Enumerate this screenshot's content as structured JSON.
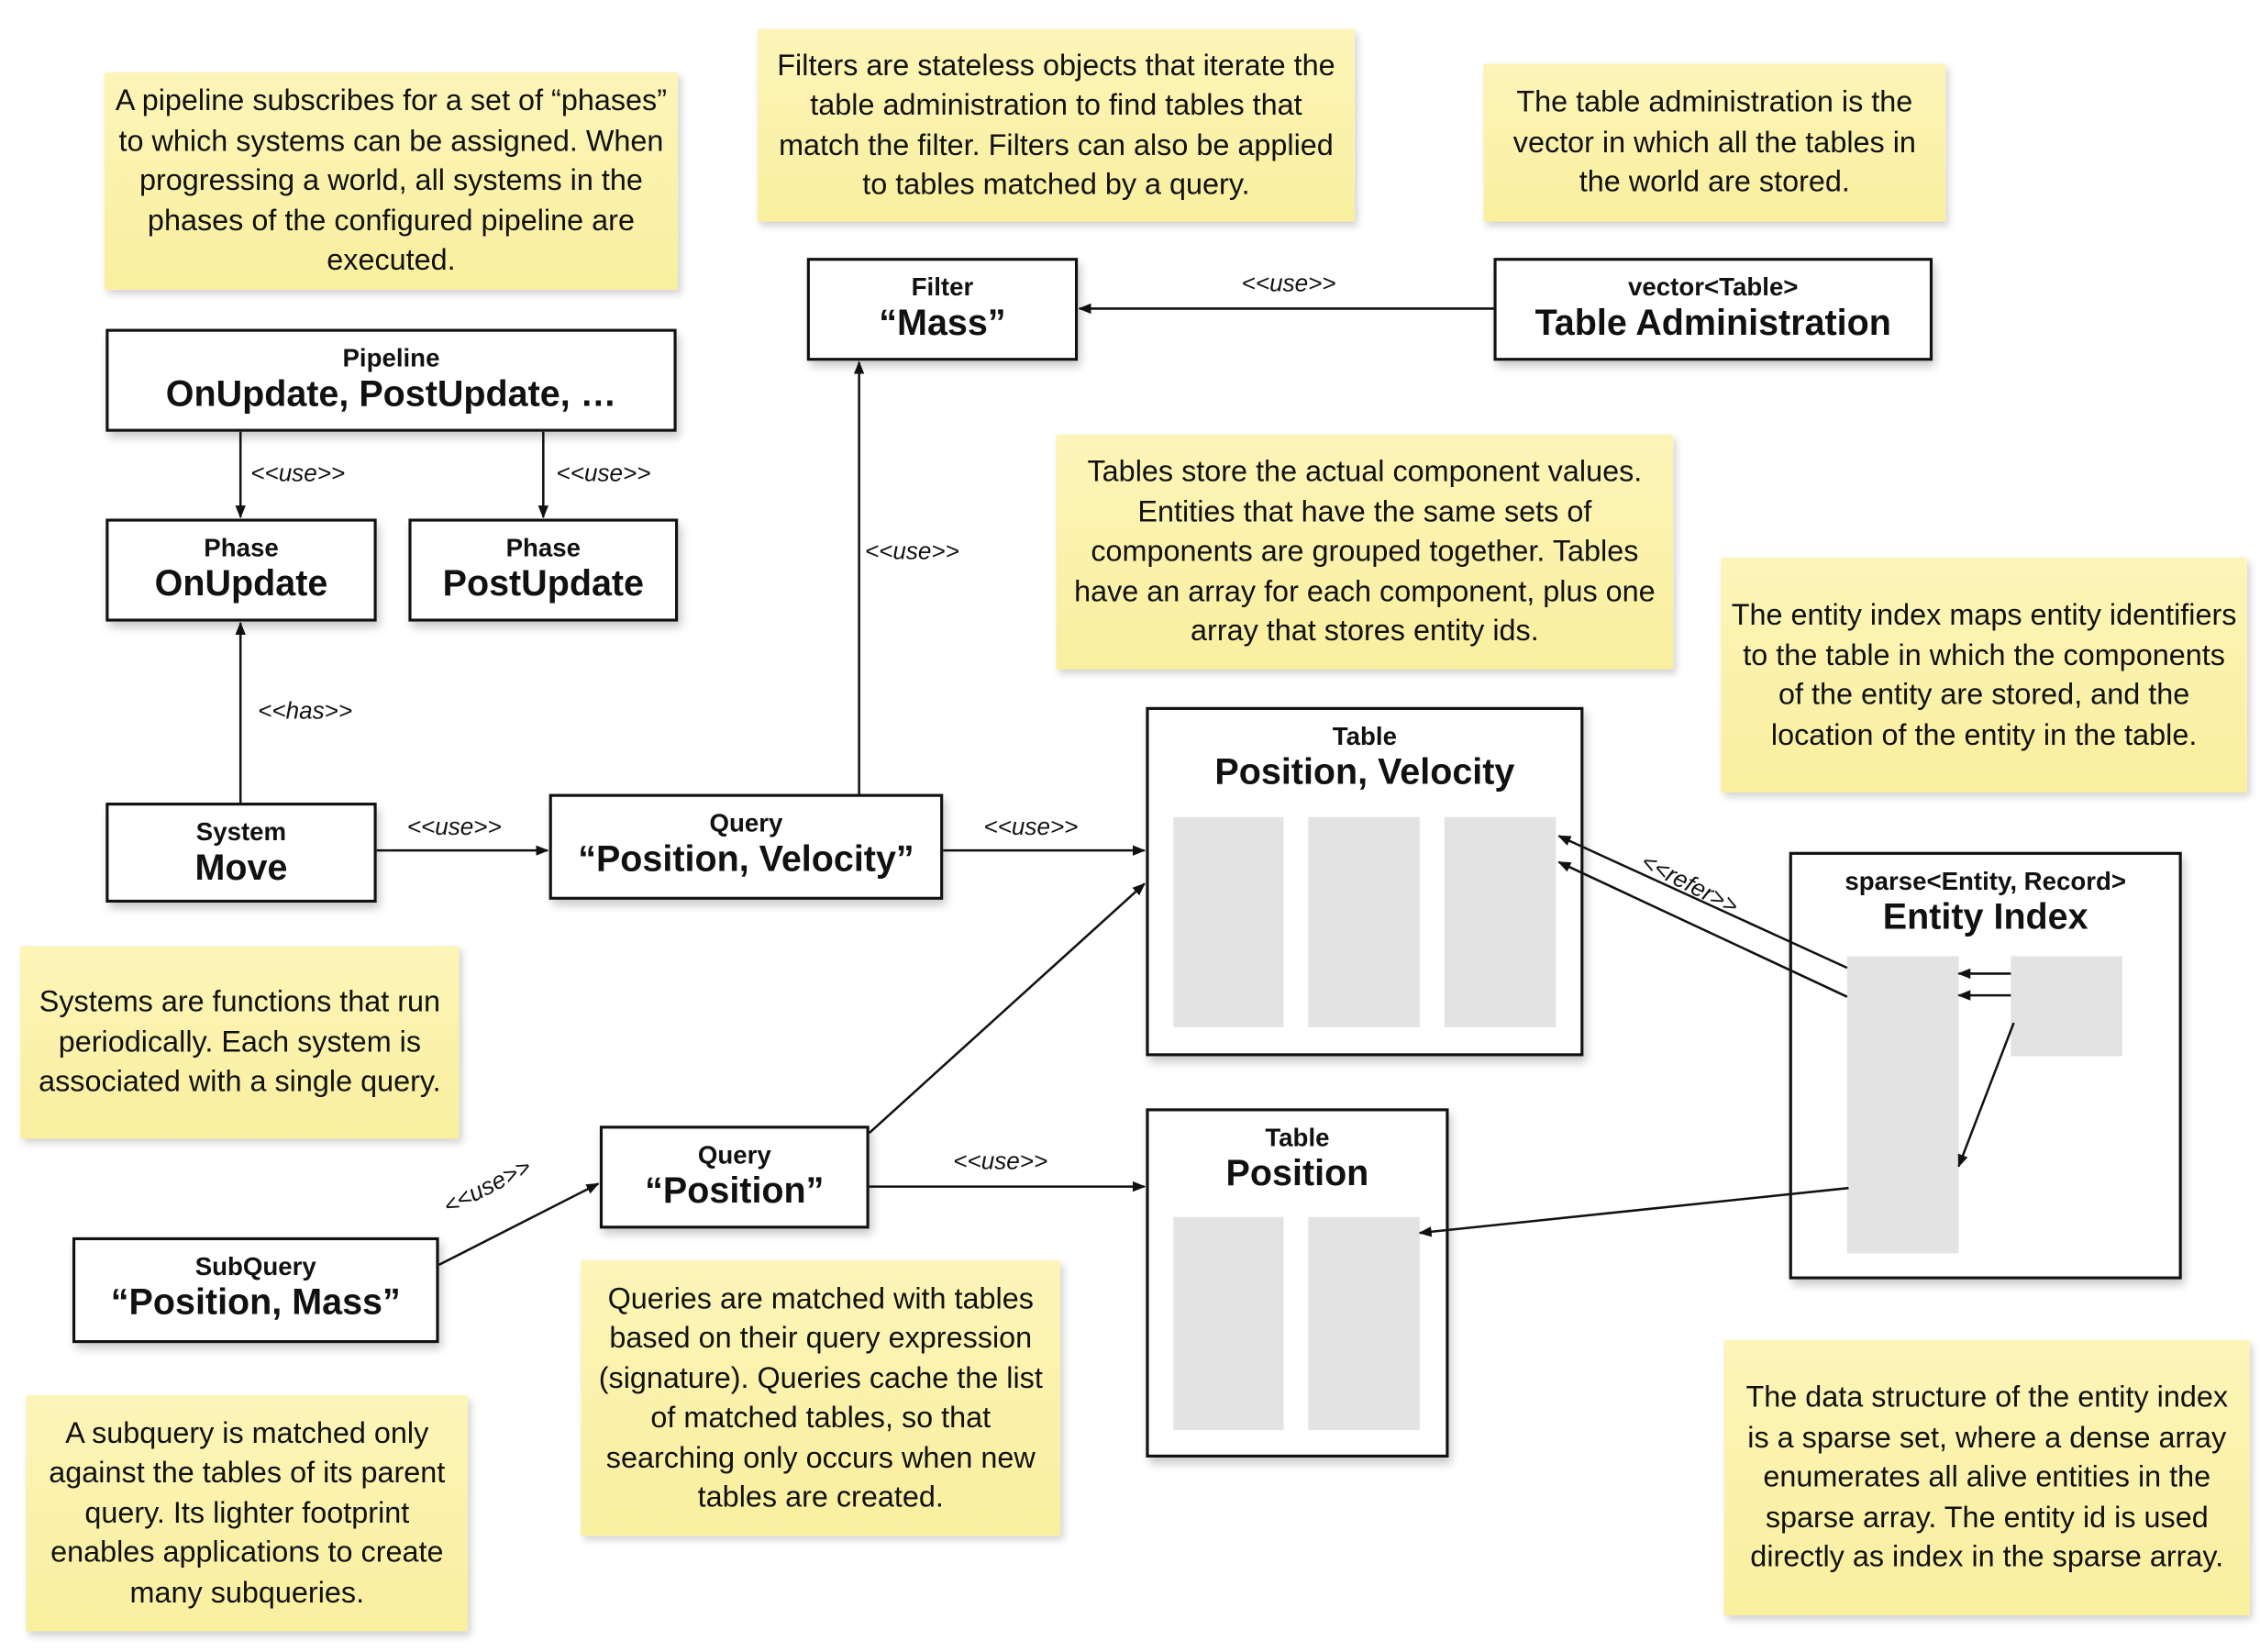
{
  "notes": {
    "pipeline": "A pipeline subscribes for a set of “phases” to which systems can be assigned. When progressing a world, all systems in the phases of the configured pipeline are executed.",
    "filters": "Filters are stateless objects that iterate the table administration to find tables that match the filter. Filters can also be applied to tables matched by a query.",
    "table_admin": "The table administration is the vector in which all the tables in the world are stored.",
    "tables": "Tables store the actual component values. Entities that have the same sets of components are grouped together. Tables have an array for each component, plus one array that stores entity ids.",
    "entity_index": "The entity index maps entity identifiers to the table in which the components of the entity are stored, and the location of the entity in the table.",
    "systems": "Systems are functions that run periodically. Each system is associated with a single query.",
    "queries": "Queries are matched with tables based on their query expression (signature). Queries cache the list of matched tables, so that searching only occurs when new tables are created.",
    "subquery": "A subquery is matched only against the tables of its parent query. Its lighter footprint enables applications to create many subqueries.",
    "sparse_set": "The data structure of the entity index is a sparse set, where a dense array enumerates all alive entities in the sparse array. The entity id is used directly as index in the sparse array."
  },
  "boxes": {
    "pipeline": {
      "label": "Pipeline",
      "title": "OnUpdate, PostUpdate, …"
    },
    "phase_onupdate": {
      "label": "Phase",
      "title": "OnUpdate"
    },
    "phase_postupdate": {
      "label": "Phase",
      "title": "PostUpdate"
    },
    "system": {
      "label": "System",
      "title": "Move"
    },
    "query_pv": {
      "label": "Query",
      "title": "“Position, Velocity”"
    },
    "filter": {
      "label": "Filter",
      "title": "“Mass”"
    },
    "table_admin": {
      "label": "vector<Table>",
      "title": "Table Administration"
    },
    "table_pv": {
      "label": "Table",
      "title": "Position, Velocity"
    },
    "table_p": {
      "label": "Table",
      "title": "Position"
    },
    "query_p": {
      "label": "Query",
      "title": "“Position”"
    },
    "subquery": {
      "label": "SubQuery",
      "title": "“Position, Mass”"
    },
    "entity_index": {
      "label": "sparse<Entity, Record>",
      "title": "Entity Index"
    }
  },
  "edges": {
    "use": "<<use>>",
    "has": "<<has>>",
    "use_sub": "<<use>>",
    "refer": "<<refer>>"
  },
  "colors": {
    "note": "#fbf3b0",
    "cell": "#e3e3e3",
    "line": "#111111"
  }
}
